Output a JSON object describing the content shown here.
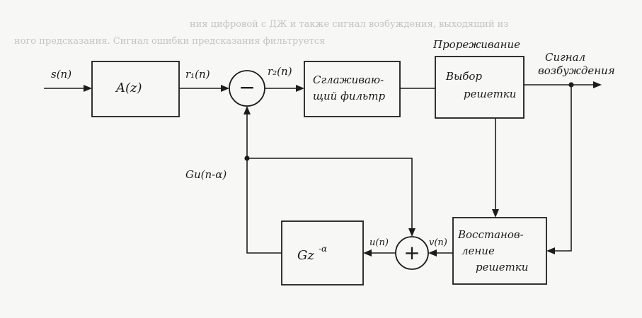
{
  "background_text": {
    "line1": "ния цифровой с ДЖ и также сиг­нал возбуждения, выходящий из",
    "line2": "ного предсказания. Сигнал ошибки предсказания фильтруется"
  },
  "blocks": {
    "predictor": "A(z)",
    "smoothing_filter": [
      "Сглаживаю-",
      "щий фильтр"
    ],
    "grid_select": [
      "Выбор",
      "решетки"
    ],
    "decimation": "Прореживание",
    "grid_restore": [
      "Восстанов-",
      "ление",
      "решетки"
    ],
    "delay_gain": "Gz",
    "delay_exp": "-α"
  },
  "junctions": {
    "subtract": "−",
    "add": "+"
  },
  "signals": {
    "input": "s(n)",
    "r1": "r₁(n)",
    "r2": "r₂(n)",
    "excitation": [
      "Сигнал",
      "возбуждения"
    ],
    "feedback": "Gu(n-α)",
    "u": "u(n)",
    "v": "v(n)"
  }
}
